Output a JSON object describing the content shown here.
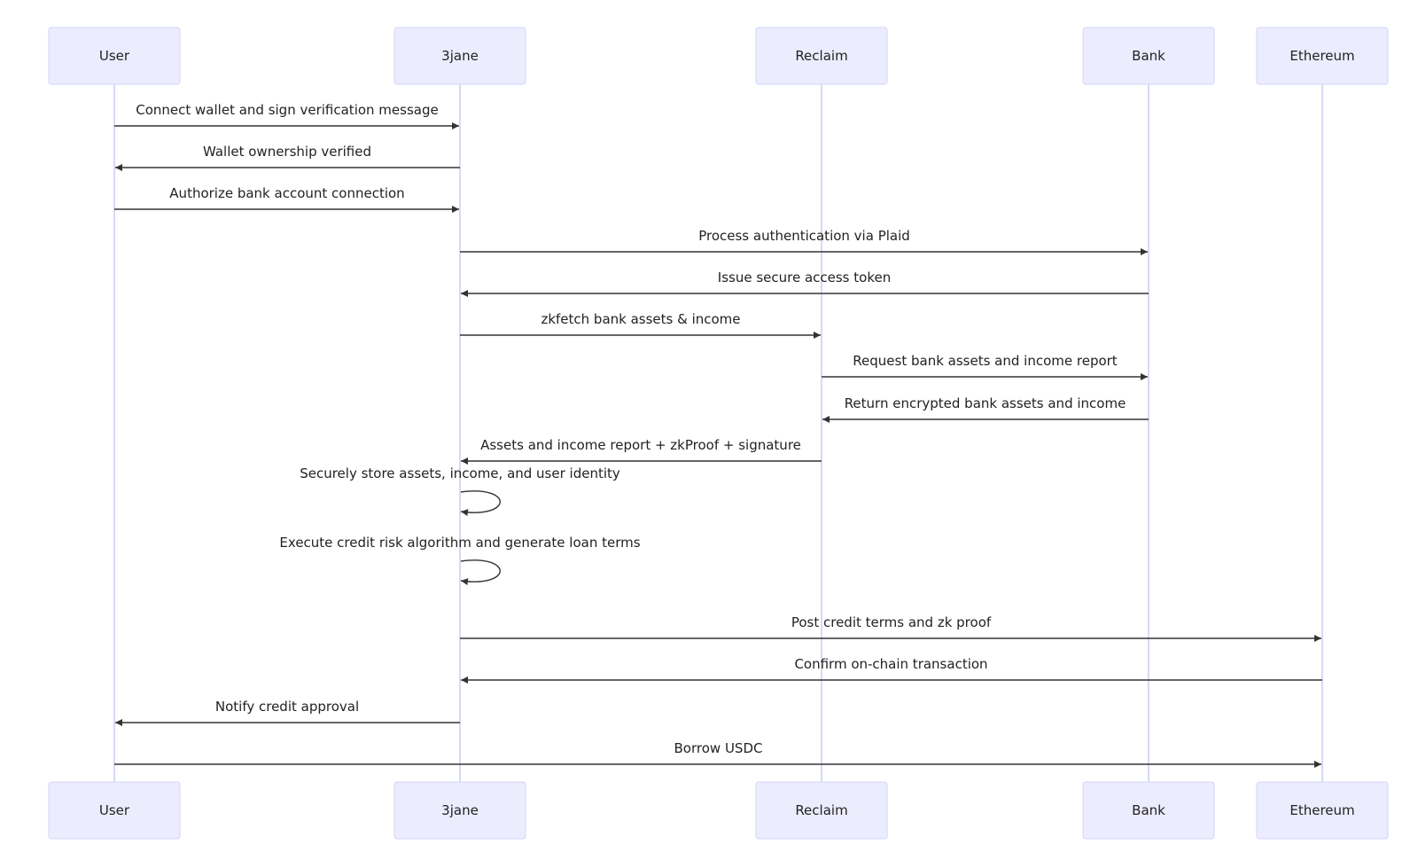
{
  "actors": [
    {
      "id": "user",
      "name": "User"
    },
    {
      "id": "threejane",
      "name": "3jane"
    },
    {
      "id": "reclaim",
      "name": "Reclaim"
    },
    {
      "id": "bank",
      "name": "Bank"
    },
    {
      "id": "ethereum",
      "name": "Ethereum"
    }
  ],
  "messages": [
    {
      "from": "user",
      "to": "threejane",
      "text": "Connect wallet and sign verification message"
    },
    {
      "from": "threejane",
      "to": "user",
      "text": "Wallet ownership verified"
    },
    {
      "from": "user",
      "to": "threejane",
      "text": "Authorize bank account connection"
    },
    {
      "from": "threejane",
      "to": "bank",
      "text": "Process authentication via Plaid"
    },
    {
      "from": "bank",
      "to": "threejane",
      "text": "Issue secure access token"
    },
    {
      "from": "threejane",
      "to": "reclaim",
      "text": "zkfetch bank assets & income"
    },
    {
      "from": "reclaim",
      "to": "bank",
      "text": "Request bank assets and income report"
    },
    {
      "from": "bank",
      "to": "reclaim",
      "text": "Return encrypted bank assets and income"
    },
    {
      "from": "reclaim",
      "to": "threejane",
      "text": "Assets and income report + zkProof + signature"
    },
    {
      "from": "threejane",
      "to": "threejane",
      "text": "Securely store assets, income, and user identity"
    },
    {
      "from": "threejane",
      "to": "threejane",
      "text": "Execute credit risk algorithm and generate loan terms"
    },
    {
      "from": "threejane",
      "to": "ethereum",
      "text": "Post credit terms and zk proof"
    },
    {
      "from": "ethereum",
      "to": "threejane",
      "text": "Confirm on-chain transaction"
    },
    {
      "from": "threejane",
      "to": "user",
      "text": "Notify credit approval"
    },
    {
      "from": "user",
      "to": "ethereum",
      "text": "Borrow USDC"
    }
  ]
}
